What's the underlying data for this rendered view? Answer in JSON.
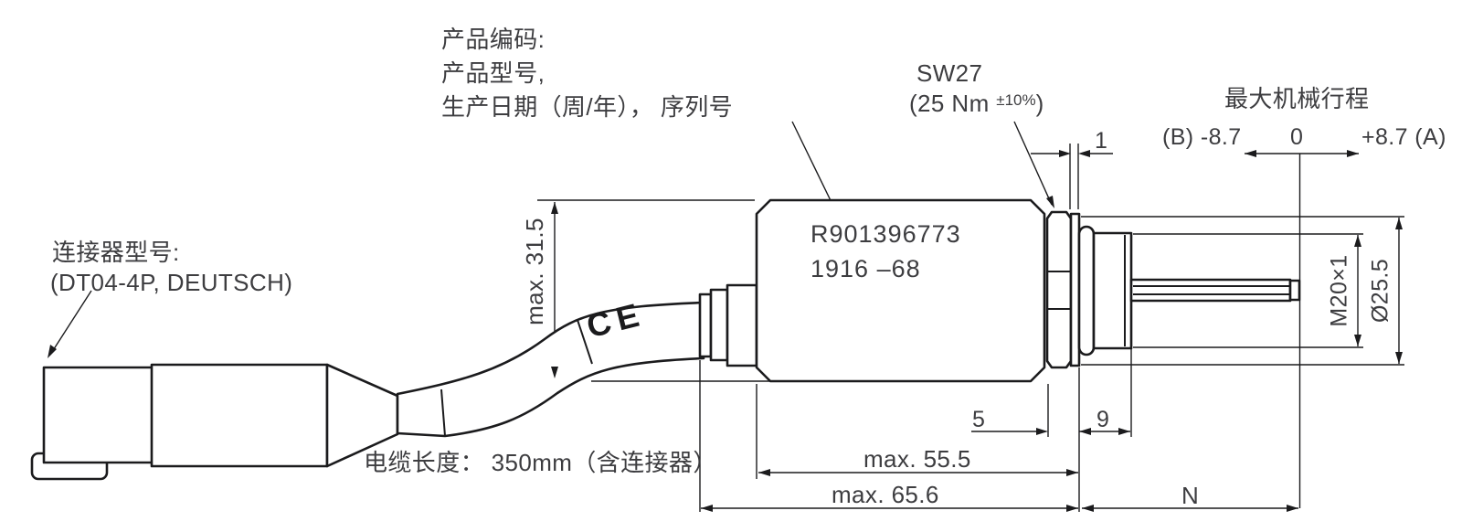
{
  "drawing": {
    "product_code_note": {
      "line1": "产品编码:",
      "line2": "产品型号,",
      "line3": "生产日期（周/年）， 序列号"
    },
    "connector_note": {
      "line1": "连接器型号:",
      "line2": "(DT04-4P, DEUTSCH)"
    },
    "wrench_note": {
      "size": "SW27",
      "torque_open": "(25 Nm ",
      "torque_tolerance": "±10%",
      "torque_close": ")"
    },
    "stroke_note": {
      "title": "最大机械行程",
      "left": "(B) -8.7",
      "zero": "0",
      "right": "+8.7 (A)"
    },
    "body_marking": {
      "line1": "R901396773",
      "line2": "1916 –68"
    },
    "cable_note": "电缆长度： 350mm（含连接器）",
    "ce_mark": "CE",
    "dimensions": {
      "height": "max. 31.5",
      "body_length": "max. 55.5",
      "total_length": "max. 65.6",
      "nut_protrusion": "5",
      "flange_depth": "9",
      "washer_thickness": "1",
      "rod_length": "N",
      "thread": "M20×1",
      "diameter": "Ø25.5"
    }
  },
  "colors": {
    "line": "#1b1b1d",
    "text": "#3d3d40",
    "background": "#ffffff"
  }
}
